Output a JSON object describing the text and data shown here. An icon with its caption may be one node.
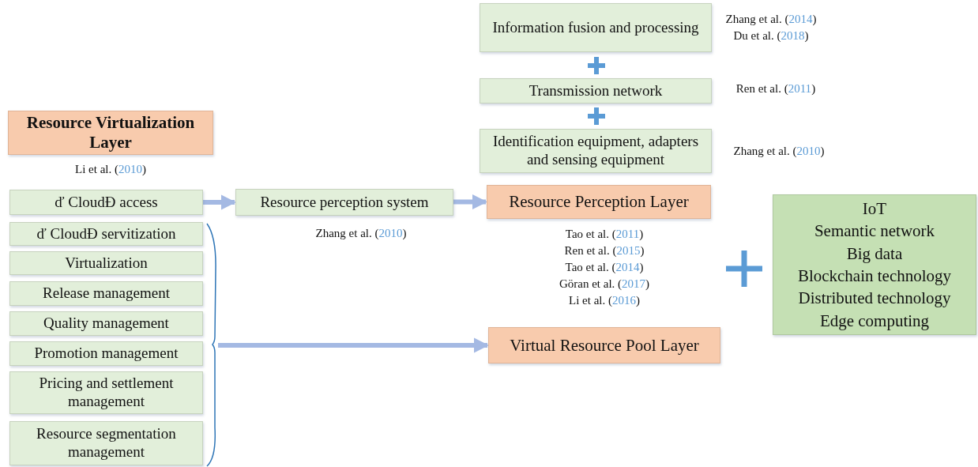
{
  "diagram": {
    "nodes": [
      {
        "text": [
          "Resource Virtualization Layer"
        ],
        "beside": [
          "Li et al. (2010)"
        ]
      },
      {
        "text": [
          "ď CloudĐ  access"
        ]
      },
      {
        "text": [
          "ď CloudĐ  servitization"
        ]
      },
      {
        "text": [
          "Virtualization"
        ]
      },
      {
        "text": [
          "Release management"
        ]
      },
      {
        "text": [
          "Quality management"
        ]
      },
      {
        "text": [
          "Promotion management"
        ]
      },
      {
        "text": [
          "Pricing and settlement management"
        ]
      },
      {
        "text": [
          "Resource segmentation management"
        ]
      },
      {
        "text": [
          "Resource perception  system"
        ],
        "beside": [
          "Zhang et al. (2010)"
        ]
      },
      {
        "text": [
          "Information fusion and processing"
        ],
        "beside": [
          "Zhang et al. (2014)",
          "Du et al. (2018)"
        ]
      },
      {
        "text": [
          "Transmission network"
        ],
        "beside": [
          "Ren et al. (2011)"
        ]
      },
      {
        "text": [
          "Identification equipment, adapters and sensing equipment"
        ],
        "beside": [
          "Zhang et al. (2010)"
        ]
      },
      {
        "text": [
          "Resource Perception Layer"
        ],
        "beside": [
          "Tao et al. (2011)",
          "Ren et al. (2015)",
          "Tao et al. (2014)",
          "Göran et al. (2017)",
          "Li et al. (2016)"
        ]
      },
      {
        "text": [
          "Virtual Resource Pool Layer"
        ]
      },
      {
        "text": [
          "IoT",
          "Semantic network",
          "Big data",
          "Blockchain technology",
          "Distributed technology",
          "Edge computing"
        ]
      },
      {
        "text": [],
        "shape": "brace"
      }
    ],
    "edges": [
      {
        "from": 1,
        "to": 9,
        "arrow": "to"
      },
      {
        "from": 9,
        "to": 13,
        "arrow": "to"
      },
      {
        "from": 16,
        "to": 14,
        "arrow": "to"
      }
    ]
  }
}
